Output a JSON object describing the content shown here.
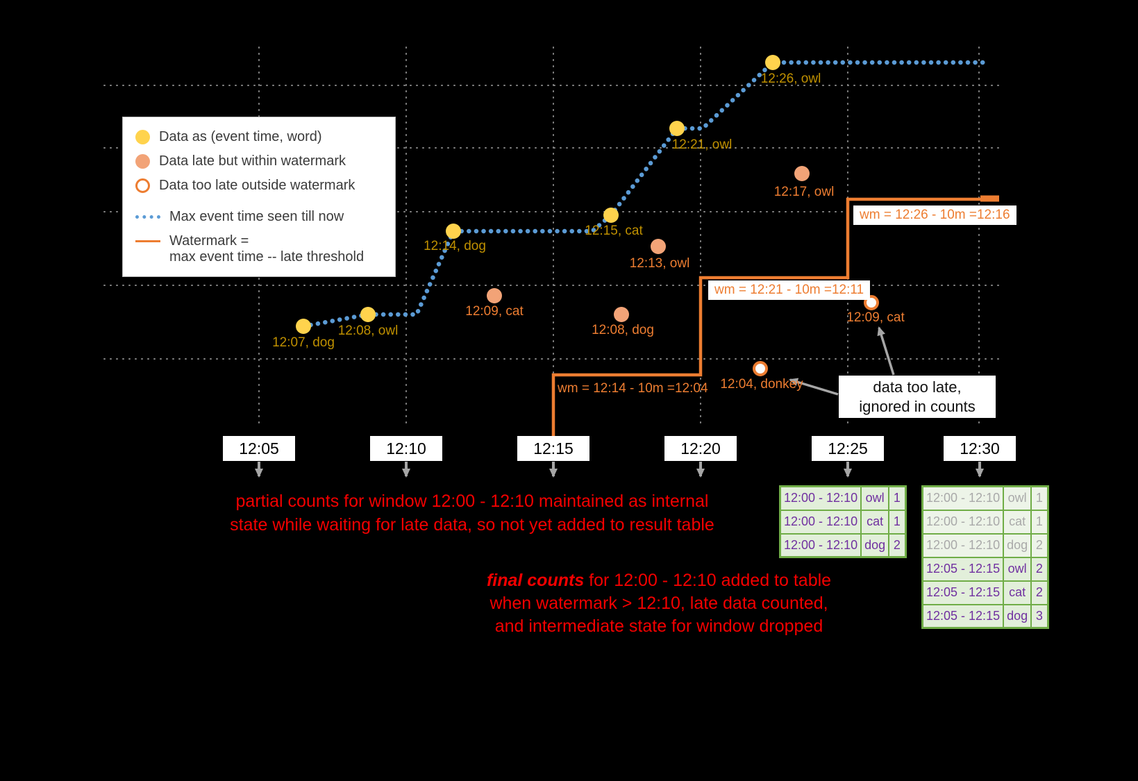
{
  "colors": {
    "background": "#000000",
    "on_time_point": "#FFD34D",
    "late_point": "#F2A377",
    "too_late_ring": "#ED7D31",
    "max_event_line": "#5B9BD5",
    "watermark_line": "#ED7D31",
    "grid": "#9E9E9E",
    "annotation_red": "#F30000",
    "table_green": "#70AD47",
    "table_text_purple": "#7030A0"
  },
  "legend": {
    "on_time": "Data as (event time, word)",
    "late_within": "Data late but within watermark",
    "too_late": "Data too late outside watermark",
    "max_event_time": "Max event time seen till now",
    "watermark_line1": "Watermark =",
    "watermark_line2": "max event time -- late threshold"
  },
  "points": {
    "on_time": [
      {
        "label": "12:07, dog"
      },
      {
        "label": "12:08, owl"
      },
      {
        "label": "12:14, dog"
      },
      {
        "label": "12:15, cat"
      },
      {
        "label": "12:21, owl"
      },
      {
        "label": "12:26, owl"
      }
    ],
    "late": [
      {
        "label": "12:09, cat"
      },
      {
        "label": "12:08, dog"
      },
      {
        "label": "12:13, owl"
      },
      {
        "label": "12:17, owl"
      }
    ],
    "too_late": [
      {
        "label": "12:04, donkey"
      },
      {
        "label": "12:09, cat"
      }
    ]
  },
  "axis": {
    "ticks": [
      "12:05",
      "12:10",
      "12:15",
      "12:20",
      "12:25",
      "12:30"
    ]
  },
  "watermark_labels": [
    "wm = 12:14 - 10m =12:04",
    "wm = 12:21 - 10m =12:11",
    "wm = 12:26 - 10m =12:16"
  ],
  "annotations": {
    "partial_line1": "partial counts for window 12:00 - 12:10 maintained as internal",
    "partial_line2": "state while waiting for late data, so not yet added  to result table",
    "final_emphasis": "final counts",
    "final_line1_rest": " for 12:00 - 12:10 added to table",
    "final_line2": "when watermark > 12:10, late data counted,",
    "final_line3": "and intermediate state for window dropped",
    "too_late_line1": "data too late,",
    "too_late_line2": "ignored in counts"
  },
  "tables": {
    "at_12_25": {
      "rows": [
        {
          "window": "12:00 - 12:10",
          "word": "owl",
          "count": "1"
        },
        {
          "window": "12:00 - 12:10",
          "word": "cat",
          "count": "1"
        },
        {
          "window": "12:00 - 12:10",
          "word": "dog",
          "count": "2"
        }
      ]
    },
    "at_12_30": {
      "faded_rows": [
        {
          "window": "12:00 - 12:10",
          "word": "owl",
          "count": "1"
        },
        {
          "window": "12:00 - 12:10",
          "word": "cat",
          "count": "1"
        },
        {
          "window": "12:00 - 12:10",
          "word": "dog",
          "count": "2"
        }
      ],
      "rows": [
        {
          "window": "12:05 - 12:15",
          "word": "owl",
          "count": "2"
        },
        {
          "window": "12:05 - 12:15",
          "word": "cat",
          "count": "2"
        },
        {
          "window": "12:05 - 12:15",
          "word": "dog",
          "count": "3"
        }
      ]
    }
  }
}
